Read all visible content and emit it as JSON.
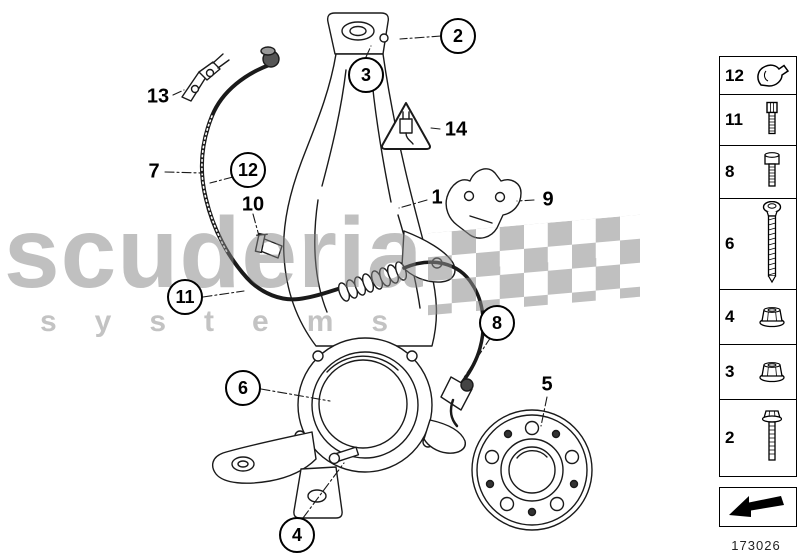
{
  "watermark": {
    "title": "scuderia",
    "subtitle": "systems"
  },
  "drawing_number": "173026",
  "colors": {
    "line": "#1a1a1a",
    "watermark": "#8a8a8a"
  },
  "callouts": [
    {
      "label": "1",
      "shape": "plain"
    },
    {
      "label": "2",
      "shape": "circle"
    },
    {
      "label": "3",
      "shape": "circle"
    },
    {
      "label": "4",
      "shape": "circle"
    },
    {
      "label": "5",
      "shape": "plain"
    },
    {
      "label": "6",
      "shape": "circle"
    },
    {
      "label": "7",
      "shape": "plain"
    },
    {
      "label": "8",
      "shape": "circle"
    },
    {
      "label": "9",
      "shape": "plain"
    },
    {
      "label": "10",
      "shape": "plain"
    },
    {
      "label": "11",
      "shape": "circle"
    },
    {
      "label": "12",
      "shape": "circle"
    },
    {
      "label": "13",
      "shape": "plain"
    },
    {
      "label": "14",
      "shape": "plain"
    }
  ],
  "legend": {
    "items": [
      {
        "label": "12",
        "icon": "retaining-clip-icon"
      },
      {
        "label": "11",
        "icon": "socket-head-screw-icon"
      },
      {
        "label": "8",
        "icon": "socket-head-screw-icon"
      },
      {
        "label": "6",
        "icon": "pan-head-screw-icon"
      },
      {
        "label": "4",
        "icon": "flange-nut-icon"
      },
      {
        "label": "3",
        "icon": "flange-nut-icon"
      },
      {
        "label": "2",
        "icon": "flange-hex-bolt-icon"
      }
    ]
  }
}
